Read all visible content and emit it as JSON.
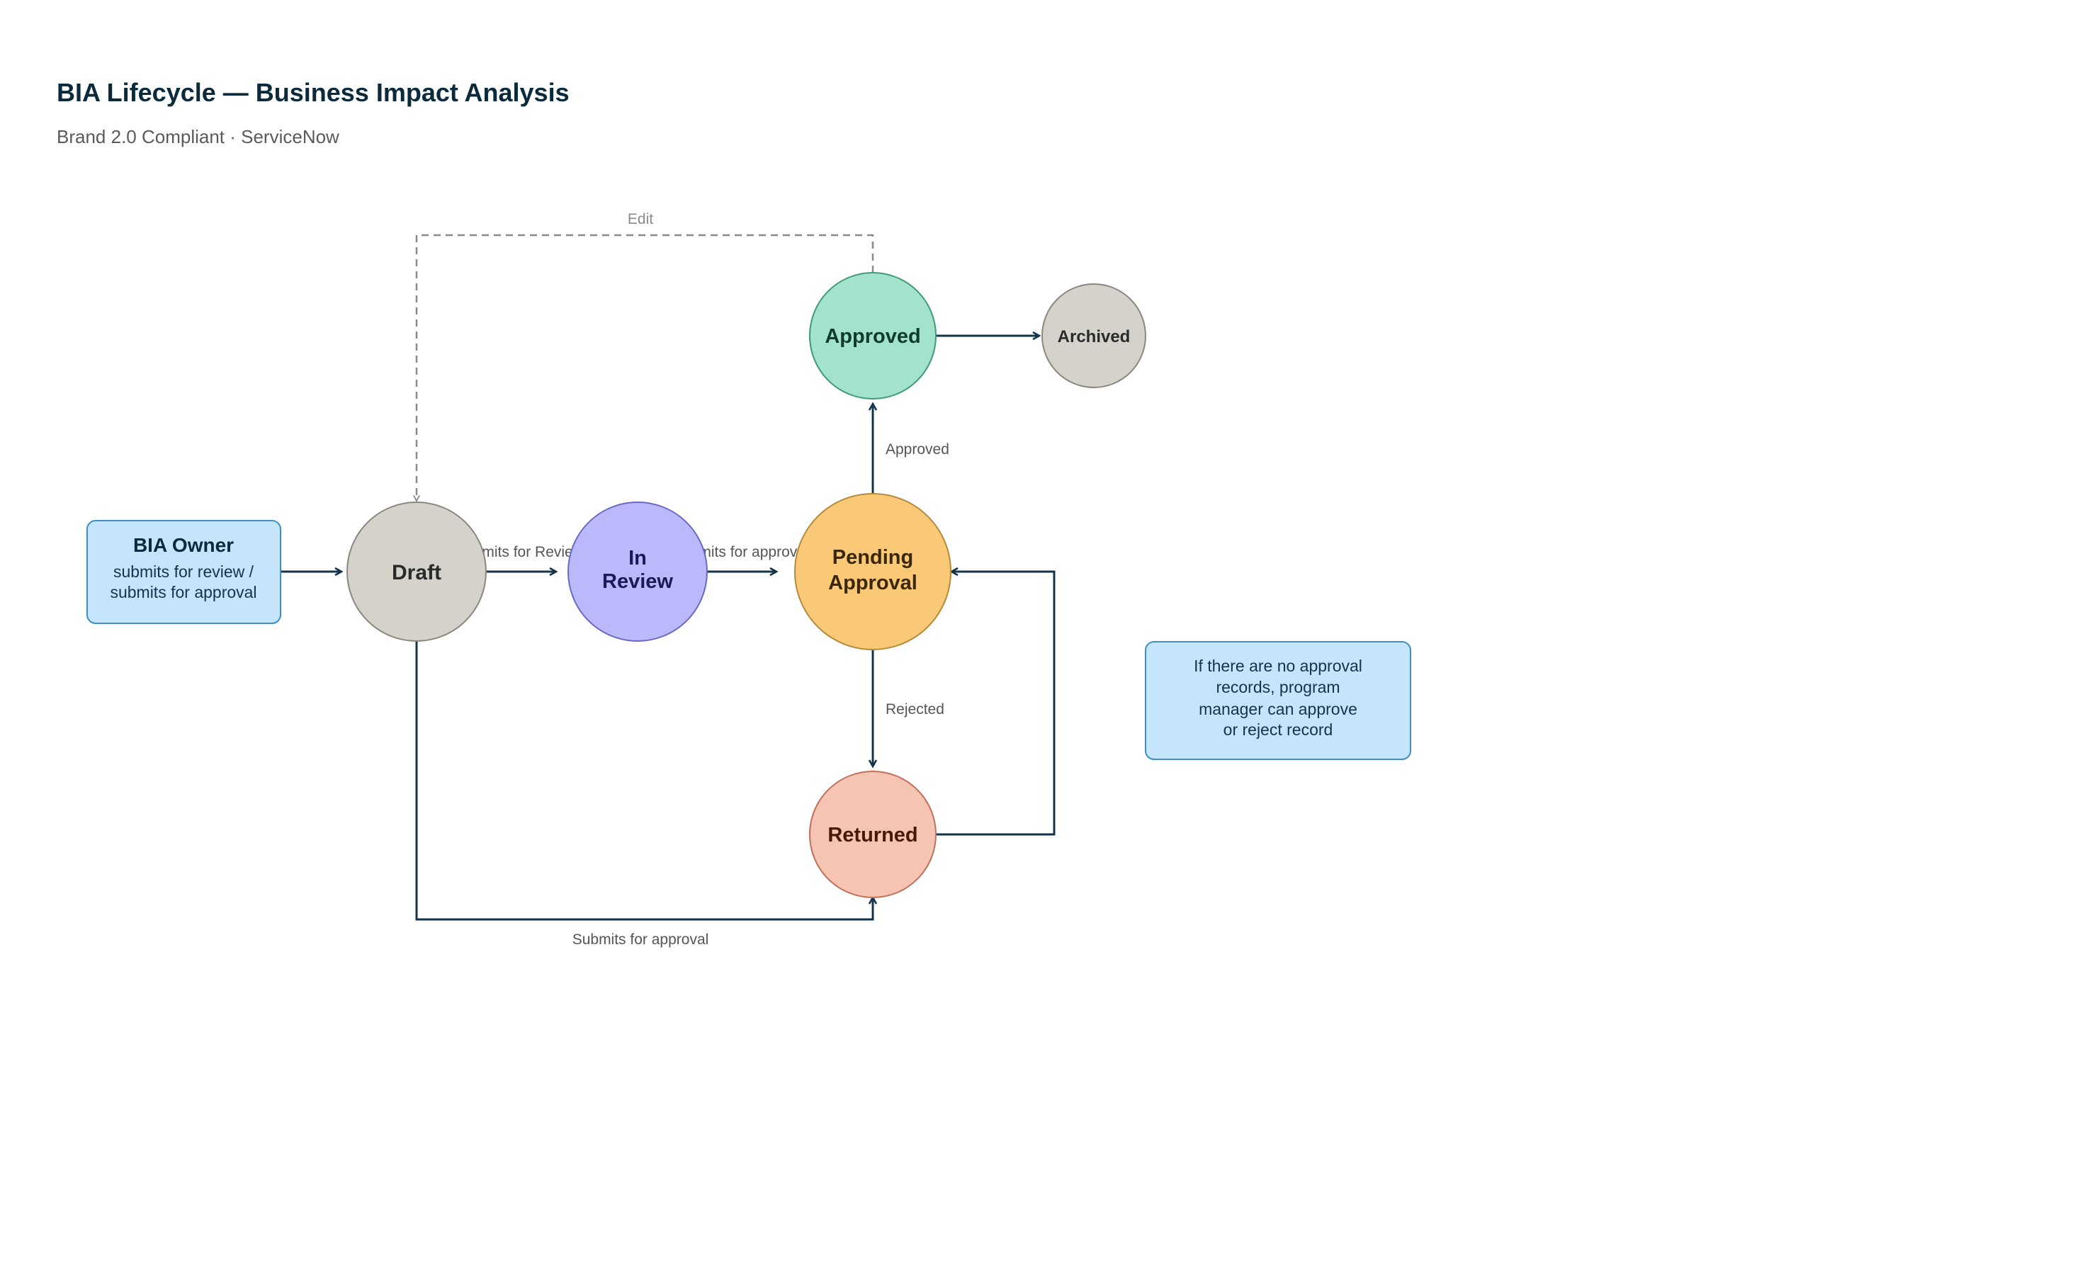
{
  "header": {
    "title": "BIA Lifecycle — Business Impact Analysis",
    "subtitle": "Brand 2.0 Compliant · ServiceNow"
  },
  "owner_box": {
    "title": "BIA Owner",
    "line1": "submits for review /",
    "line2": "submits for approval"
  },
  "states": {
    "draft": {
      "label": "Draft",
      "fill": "#d5d2cb",
      "stroke": "#8a877f",
      "text": "#2a2a2a"
    },
    "in_review": {
      "line1": "In",
      "line2": "Review",
      "fill": "#bab9fb",
      "stroke": "#6b68c4",
      "text": "#1c1a55"
    },
    "pending_approval": {
      "line1": "Pending",
      "line2": "Approval",
      "fill": "#f9c978",
      "stroke": "#b58a3a",
      "text": "#3b2606"
    },
    "approved": {
      "label": "Approved",
      "fill": "#a3e3cb",
      "stroke": "#3f9b78",
      "text": "#0e3b2a"
    },
    "archived": {
      "label": "Archived",
      "fill": "#d5d2cb",
      "stroke": "#8a877f",
      "text": "#2a2a2a"
    },
    "returned": {
      "label": "Returned",
      "fill": "#f6c4b2",
      "stroke": "#c0705a",
      "text": "#4a1808"
    }
  },
  "transitions": {
    "edit": "Edit",
    "submits_for_review": "Submits for Review",
    "submits_for_approval_top": "Submits for approval",
    "approved": "Approved",
    "rejected": "Rejected",
    "submits_for_approval_bottom": "Submits for approval"
  },
  "note": {
    "line1": "If there are no approval",
    "line2": "records, program",
    "line3": "manager can approve",
    "line4": "or reject record"
  },
  "colors": {
    "box_fill": "#c4e5fb",
    "box_stroke": "#3f8fc4",
    "edge": "#13344a"
  }
}
